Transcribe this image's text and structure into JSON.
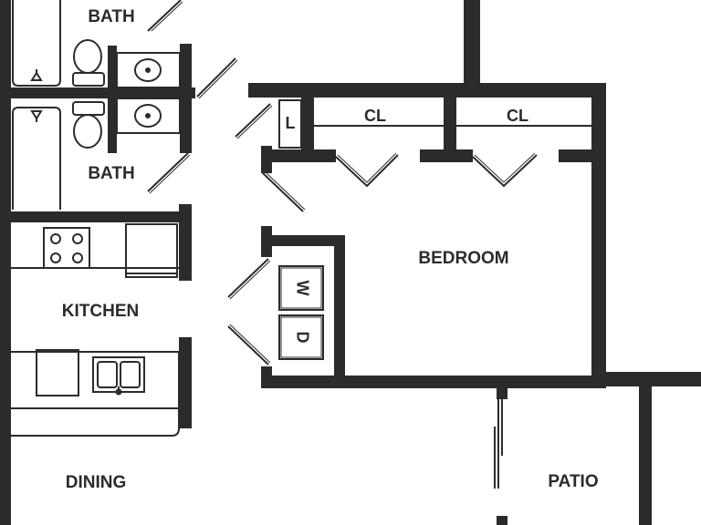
{
  "colors": {
    "wall": "#2b2b2b",
    "fixture_stroke": "#2b2b2b",
    "background": "#ffffff"
  },
  "rooms": {
    "bath_top": "BATH",
    "bath_bottom": "BATH",
    "kitchen": "KITCHEN",
    "dining": "DINING",
    "bedroom": "BEDROOM",
    "patio": "PATIO",
    "closet_left": "CL",
    "closet_right": "CL",
    "linen": "L"
  },
  "appliances": {
    "washer": "W",
    "dryer": "D"
  },
  "icons": [
    "bathtub-icon",
    "toilet-icon",
    "sink-icon",
    "stove-icon",
    "refrigerator-icon",
    "dishwasher-icon",
    "kitchen-sink-icon",
    "door-swing-icon",
    "bifold-door-icon",
    "sliding-door-icon"
  ]
}
